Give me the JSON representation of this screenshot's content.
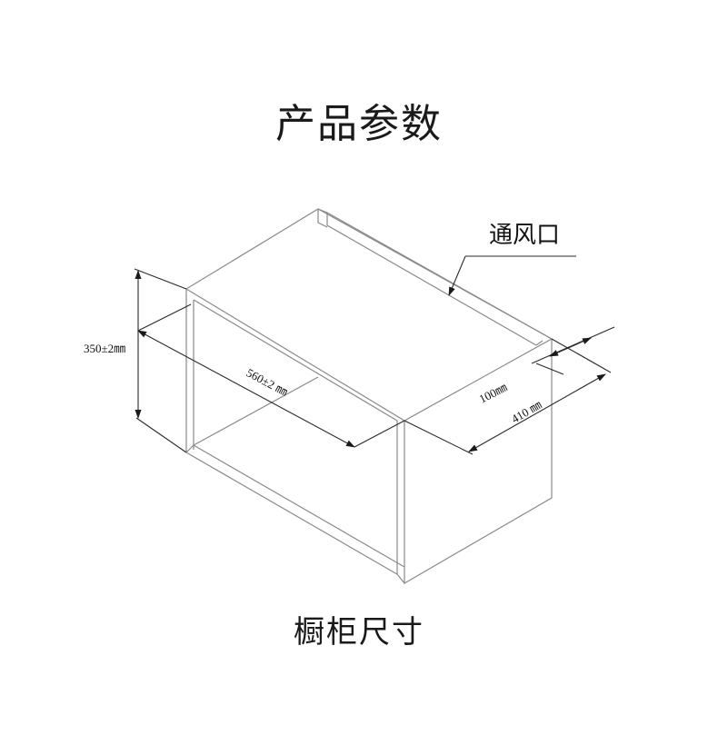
{
  "title": "产品参数",
  "subtitle": "橱柜尺寸",
  "vent_label": "通风口",
  "dimensions": {
    "height": "350±2㎜",
    "width": "560±2 ㎜",
    "vent_depth": "100㎜",
    "depth": "410 ㎜"
  }
}
